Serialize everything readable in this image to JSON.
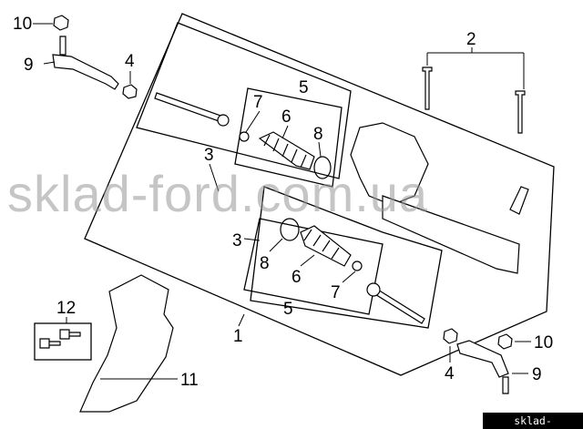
{
  "diagram": {
    "callouts": {
      "rack_assembly": "1",
      "bolts": "2",
      "tie_rod_upper": "3",
      "tie_rod_lower": "3",
      "nut_upper_left": "4",
      "nut_lower_right": "4",
      "boot_kit_upper": "5",
      "boot_kit_lower": "5",
      "boot_upper": "6",
      "boot_lower": "6",
      "clamp_small_upper": "7",
      "clamp_small_lower": "7",
      "clamp_large_upper": "8",
      "clamp_large_lower": "8",
      "tie_rod_end_left": "9",
      "tie_rod_end_right": "9",
      "nut_top_left": "10",
      "nut_right": "10",
      "heat_shield": "11",
      "shield_bolts": "12"
    },
    "watermark": "sklad-ford.com.ua",
    "site_badge": "sklad-ford.com.ua"
  }
}
